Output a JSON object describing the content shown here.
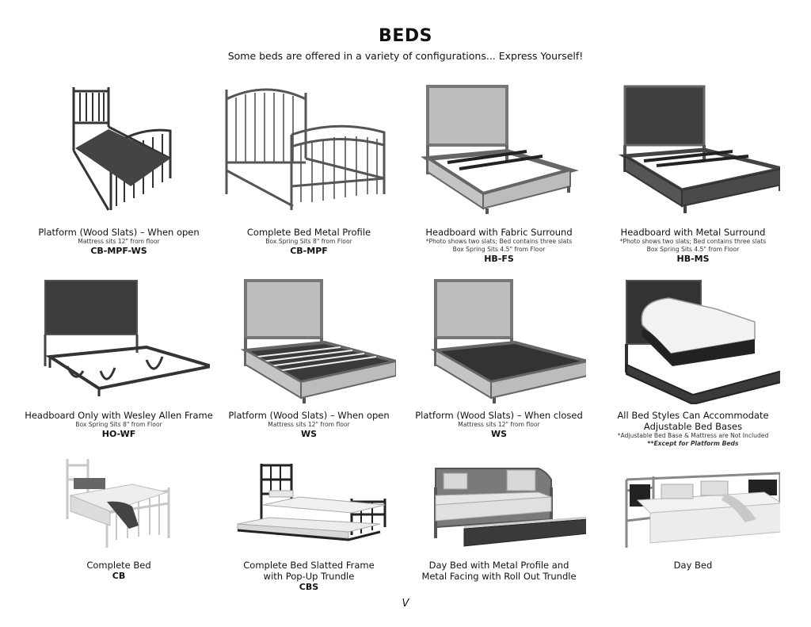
{
  "header": {
    "title": "BEDS",
    "subtitle": "Some beds are offered in a variety of configurations... Express Yourself!"
  },
  "beds": [
    {
      "name": "Platform (Wood Slats) – When open",
      "note1": "Mattress sits 12\" from floor",
      "code": "CB-MPF-WS"
    },
    {
      "name": "Complete Bed Metal Profile",
      "note1": "Box Spring Sits 8\" from Floor",
      "code": "CB-MPF"
    },
    {
      "name": "Headboard with Fabric Surround",
      "note1": "*Photo shows two slats; Bed contains three slats",
      "note2": "Box Spring Sits 4.5\" from Floor",
      "code": "HB-FS"
    },
    {
      "name": "Headboard with Metal Surround",
      "note1": "*Photo shows two slats; Bed contains three slats",
      "note2": "Box Spring Sits 4.5\" from Floor",
      "code": "HB-MS"
    },
    {
      "name": "Headboard Only with Wesley Allen Frame",
      "note1": "Box Spring Sits 8\" from Floor",
      "code": "HO-WF"
    },
    {
      "name": "Platform (Wood Slats) – When open",
      "note1": "Mattress sits 12\" from floor",
      "code": "WS"
    },
    {
      "name": "Platform (Wood Slats) – When closed",
      "note1": "Mattress sits 12\" from floor",
      "code": "WS"
    },
    {
      "name": "All Bed Styles Can Accommodate",
      "name2": "Adjustable Bed Bases",
      "note1": "*Adjustable Bed Base & Mattress are Not Included",
      "except": "**Except for Platform Beds"
    },
    {
      "name": "Complete Bed",
      "code": "CB"
    },
    {
      "name": "Complete Bed Slatted Frame",
      "name2": "with Pop-Up Trundle",
      "code": "CBS"
    },
    {
      "name": "Day Bed with Metal Profile and",
      "name2": "Metal Facing with Roll Out Trundle"
    },
    {
      "name": "Day Bed"
    }
  ],
  "footer": {
    "page_number": "V"
  },
  "colors": {
    "dark_metal": "#3a3a3a",
    "fabric": "#bdbdbd",
    "frame": "#555555"
  }
}
